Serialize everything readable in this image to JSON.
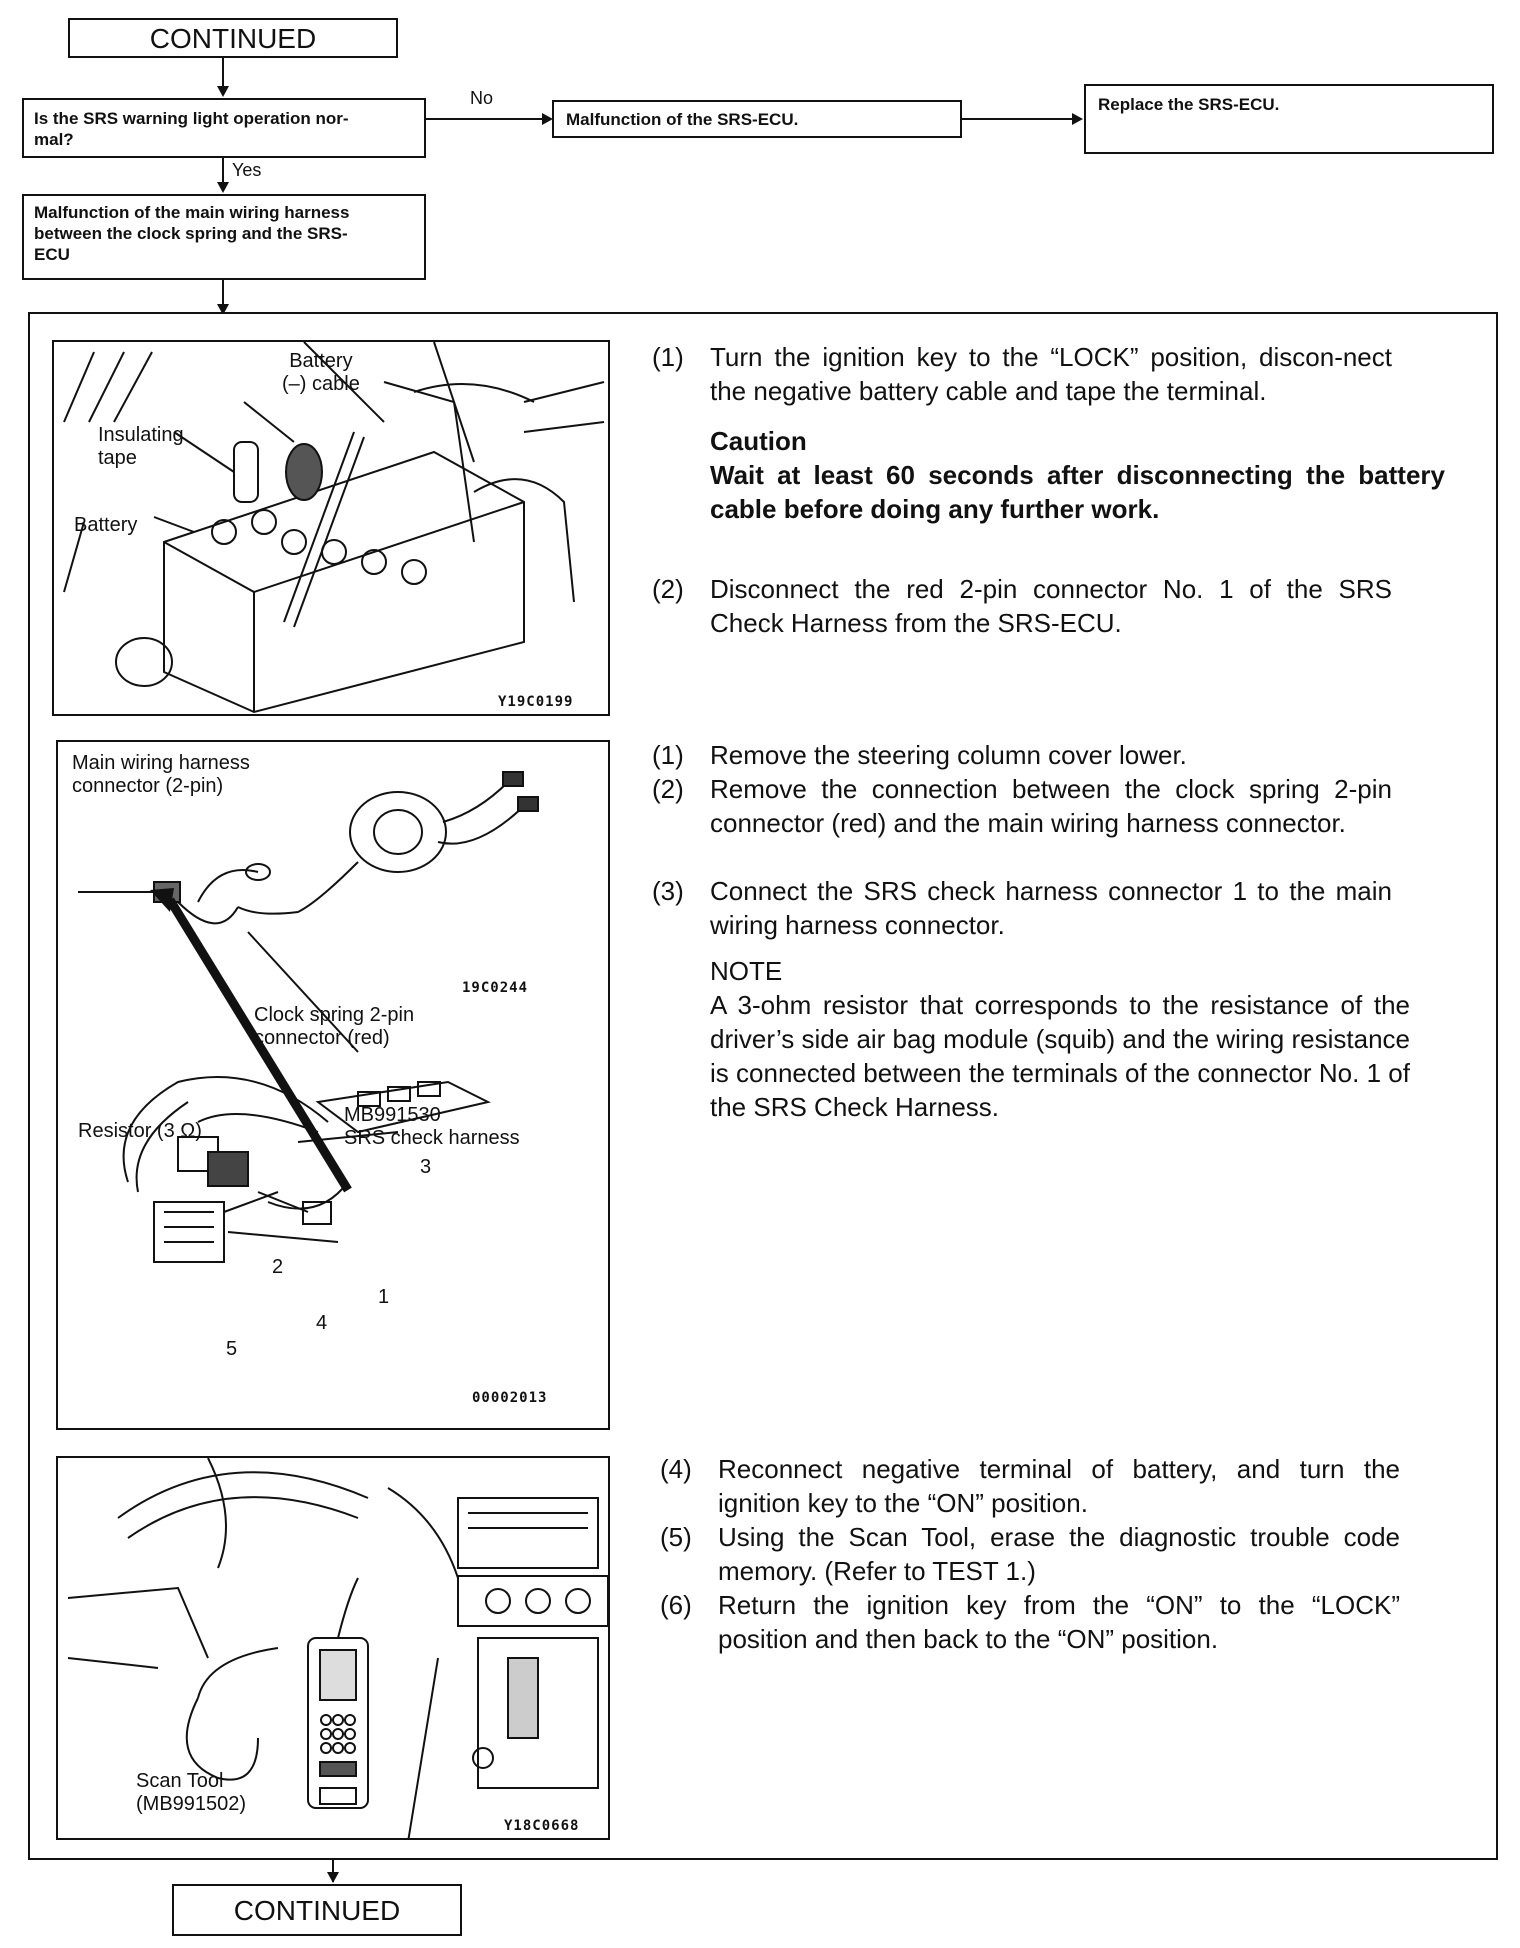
{
  "flow": {
    "top_continued": "CONTINUED",
    "question": "Is the SRS warning light operation nor-\nmal?",
    "no_label": "No",
    "yes_label": "Yes",
    "malfunction_ecu": "Malfunction of the SRS-ECU.",
    "replace_ecu": "Replace the SRS-ECU.",
    "malfunction_harness": "Malfunction of the main wiring harness\nbetween the clock spring and the SRS-\nECU",
    "bottom_continued": "CONTINUED"
  },
  "section1": {
    "figure": {
      "label_battery_cable": "Battery\n(–) cable",
      "label_insulating_tape": "Insulating\ntape",
      "label_battery": "Battery",
      "code": "Y19C0199"
    },
    "step1_num": "(1)",
    "step1_text": "Turn the ignition key to the “LOCK” position, discon-nect the negative battery cable and tape the terminal.",
    "caution_head": "Caution",
    "caution_body": "Wait at least 60 seconds after disconnecting the battery cable before doing any further work.",
    "step2_num": "(2)",
    "step2_text": "Disconnect the red 2-pin connector No. 1 of the SRS Check Harness from the SRS-ECU."
  },
  "section2": {
    "figure": {
      "label_main_connector": "Main wiring harness\nconnector (2-pin)",
      "code_top": "19C0244",
      "label_clock_spring": "Clock spring 2-pin\nconnector (red)",
      "label_resistor": "Resistor (3 Ω)",
      "label_check_harness": "MB991530\nSRS check harness",
      "num_1": "1",
      "num_2": "2",
      "num_3": "3",
      "num_4": "4",
      "num_5": "5",
      "code_bottom": "00002013"
    },
    "step1_num": "(1)",
    "step1_text": "Remove the steering column cover lower.",
    "step2_num": "(2)",
    "step2_text": "Remove the connection between the clock spring 2-pin connector (red) and the main wiring harness connector.",
    "step3_num": "(3)",
    "step3_text": "Connect the SRS check harness connector 1 to the main wiring harness connector.",
    "note_head": "NOTE",
    "note_body": "A 3-ohm resistor that corresponds to the resistance of the driver’s side air bag module (squib) and the wiring resistance is connected between the terminals of the connector No. 1 of the SRS Check Harness."
  },
  "section3": {
    "figure": {
      "label_scan_tool": "Scan Tool\n(MB991502)",
      "code": "Y18C0668"
    },
    "step4_num": "(4)",
    "step4_text": "Reconnect negative terminal of battery, and turn the ignition key to the “ON” position.",
    "step5_num": "(5)",
    "step5_text": "Using the Scan Tool, erase the diagnostic trouble code memory. (Refer to TEST 1.)",
    "step6_num": "(6)",
    "step6_text": "Return the ignition key from the “ON” to the “LOCK” position and then back to the “ON” position."
  }
}
